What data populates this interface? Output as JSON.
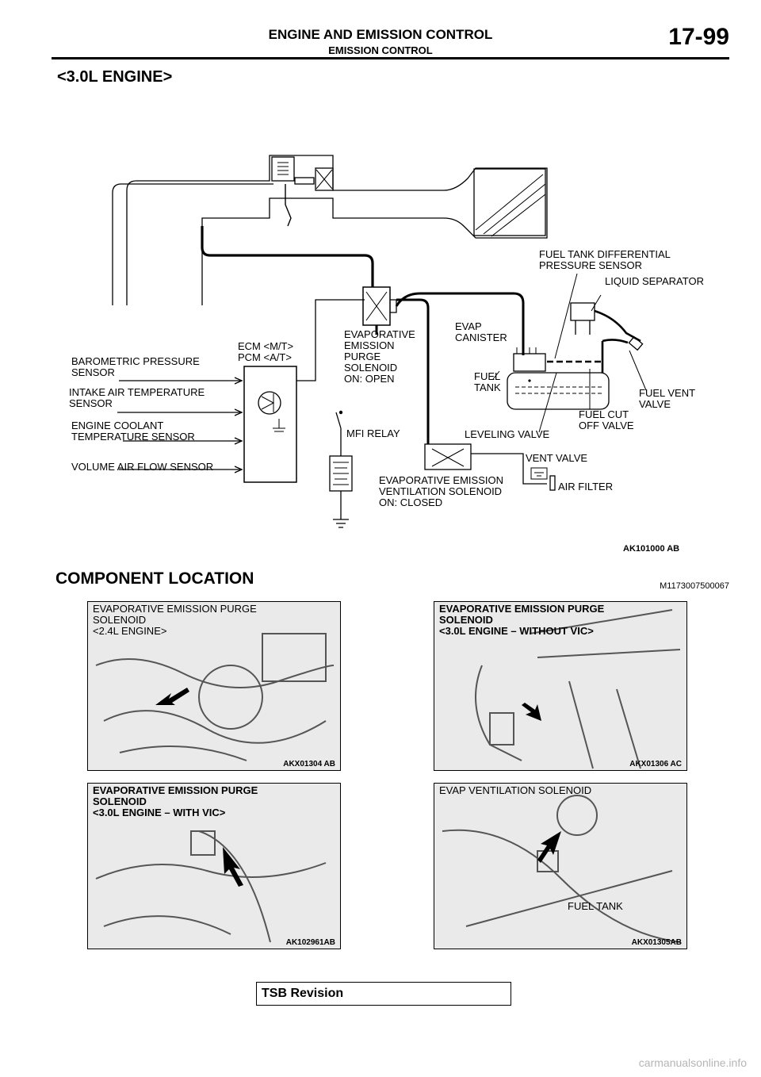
{
  "header": {
    "title": "ENGINE AND EMISSION CONTROL",
    "subtitle": "EMISSION CONTROL",
    "page": "17-99"
  },
  "section_title": "<3.0L ENGINE>",
  "diagram": {
    "labels": {
      "fuel_tank_diff": "FUEL TANK DIFFERENTIAL\nPRESSURE SENSOR",
      "liquid_separator": "LIQUID SEPARATOR",
      "evap_canister": "EVAP\nCANISTER",
      "fuel_tank": "FUEL\nTANK",
      "fuel_vent_valve": "FUEL VENT\nVALVE",
      "fuel_cut_off_valve": "FUEL CUT\nOFF VALVE",
      "leveling_valve": "LEVELING VALVE",
      "vent_valve": "VENT VALVE",
      "air_filter": "AIR FILTER",
      "evap_purge": "EVAPORATIVE\nEMISSION\nPURGE\nSOLENOID\nON: OPEN",
      "ecm_pcm": "ECM <M/T>\nPCM <A/T>",
      "barometric": "BAROMETRIC PRESSURE\nSENSOR",
      "intake_temp": "INTAKE AIR TEMPERATURE\nSENSOR",
      "coolant_temp": "ENGINE COOLANT\nTEMPERATURE SENSOR",
      "volume_airflow": "VOLUME AIR FLOW SENSOR",
      "mfi_relay": "MFI RELAY",
      "evap_vent_solenoid": "EVAPORATIVE EMISSION\nVENTILATION SOLENOID\nON: CLOSED"
    },
    "code": "AK101000 AB"
  },
  "component_location": {
    "title": "COMPONENT LOCATION",
    "code": "M1173007500067",
    "photos": [
      {
        "caption": "EVAPORATIVE EMISSION PURGE\nSOLENOID\n<2.4L ENGINE>",
        "code": "AKX01304 AB"
      },
      {
        "caption": "EVAPORATIVE EMISSION PURGE\nSOLENOID\n<3.0L ENGINE – WITHOUT VIC>",
        "code": "AKX01306 AC"
      },
      {
        "caption": "EVAPORATIVE EMISSION PURGE\nSOLENOID\n<3.0L ENGINE – WITH VIC>",
        "code": "AK102961AB"
      },
      {
        "caption": "EVAP VENTILATION SOLENOID",
        "code": "AKX01305AB",
        "extra_label": "FUEL TANK"
      }
    ]
  },
  "footer": {
    "tsb": "TSB Revision",
    "watermark": "carmanualsonline.info"
  }
}
